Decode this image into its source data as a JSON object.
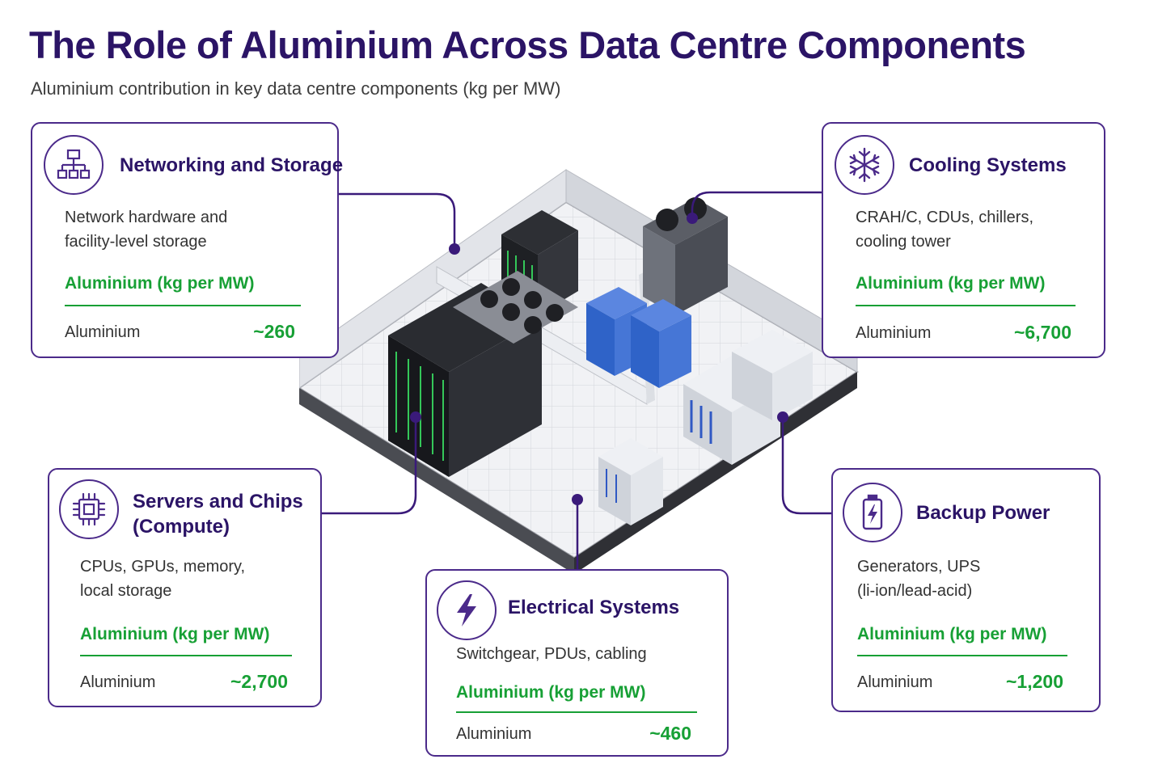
{
  "header": {
    "title": "The Role of Aluminium Across Data Centre Components",
    "subtitle": "Aluminium contribution in key data centre components (kg per MW)"
  },
  "colors": {
    "brand_purple": "#2b1466",
    "border_purple": "#4b2a8a",
    "accent_green": "#17a035"
  },
  "cards": [
    {
      "id": "networking",
      "icon": "network-hierarchy-icon",
      "title_lines": [
        "Networking and Storage"
      ],
      "desc_lines": [
        "Network hardware and",
        "facility-level storage"
      ],
      "metric_label": "Aluminium (kg per MW)",
      "row_label": "Aluminium",
      "value": "~260"
    },
    {
      "id": "cooling",
      "icon": "snowflake-icon",
      "title_lines": [
        "Cooling Systems"
      ],
      "desc_lines": [
        "CRAH/C, CDUs, chillers,",
        "cooling tower"
      ],
      "metric_label": "Aluminium (kg per MW)",
      "row_label": "Aluminium",
      "value": "~6,700"
    },
    {
      "id": "servers",
      "icon": "chip-icon",
      "title_lines": [
        "Servers and Chips",
        "(Compute)"
      ],
      "desc_lines": [
        "CPUs, GPUs, memory,",
        "local storage"
      ],
      "metric_label": "Aluminium (kg per MW)",
      "row_label": "Aluminium",
      "value": "~2,700"
    },
    {
      "id": "electrical",
      "icon": "lightning-bolt-icon",
      "title_lines": [
        "Electrical Systems"
      ],
      "desc_lines": [
        "Switchgear, PDUs, cabling"
      ],
      "metric_label": "Aluminium (kg per MW)",
      "row_label": "Aluminium",
      "value": "~460"
    },
    {
      "id": "backup",
      "icon": "battery-charging-icon",
      "title_lines": [
        "Backup Power"
      ],
      "desc_lines": [
        "Generators, UPS",
        "(li-ion/lead-acid)"
      ],
      "metric_label": "Aluminium (kg per MW)",
      "row_label": "Aluminium",
      "value": "~1,200"
    }
  ]
}
